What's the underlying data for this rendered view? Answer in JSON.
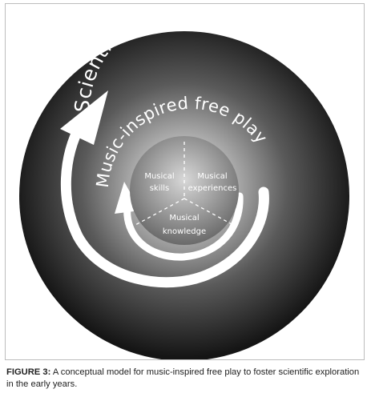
{
  "diagram": {
    "outer_label": "Scientific exploration",
    "middle_label": "Music-inspired free play",
    "segments": [
      {
        "line1": "Musical",
        "line2": "skills"
      },
      {
        "line1": "Musical",
        "line2": "experiences"
      },
      {
        "line1": "Musical",
        "line2": "knowledge"
      }
    ]
  },
  "caption": {
    "label": "FIGURE 3:",
    "text": " A conceptual model for music-inspired free play to foster scientific exploration in the early years."
  }
}
